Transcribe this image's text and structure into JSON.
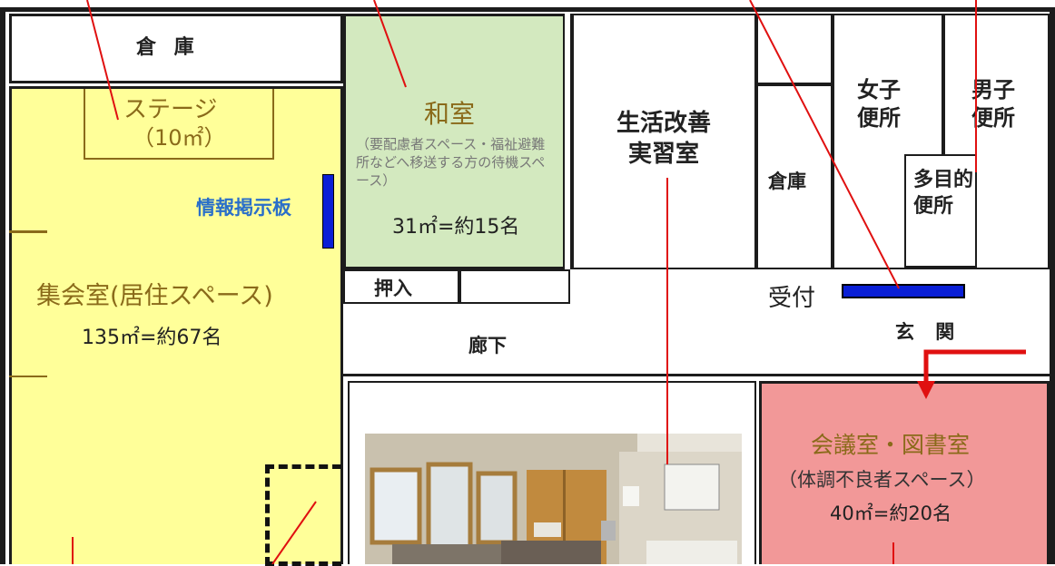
{
  "rooms": {
    "storage_top": "倉 庫",
    "stage": "ステージ",
    "stage_area": "（10㎡）",
    "washitsu": "和室",
    "washitsu_note": "（要配慮者スペース・福祉避難所などへ移送する方の待機スペース）",
    "washitsu_capacity": "31㎡=約15名",
    "seikatsu": "生活改善実習室",
    "storage_mid": "倉庫",
    "women_restroom": "女子便所",
    "men_restroom": "男子便所",
    "multi_restroom": "多目的便所",
    "oshiire": "押入",
    "hall": "集会室(居住スペース)",
    "hall_capacity": "135㎡=約67名",
    "corridor": "廊下",
    "entrance": "玄 関",
    "reception": "受付",
    "board": "情報掲示板",
    "meeting": "会議室・図書室",
    "meeting_note": "（体調不良者スペース）",
    "meeting_capacity": "40㎡=約20名"
  },
  "colors": {
    "hall_fill": "#ffff99",
    "washitsu_fill": "#d3e9bf",
    "meeting_fill": "#f29898",
    "board_blue": "#0a1fd6",
    "leader_red": "#e01010",
    "board_text": "#2a6fc9"
  }
}
